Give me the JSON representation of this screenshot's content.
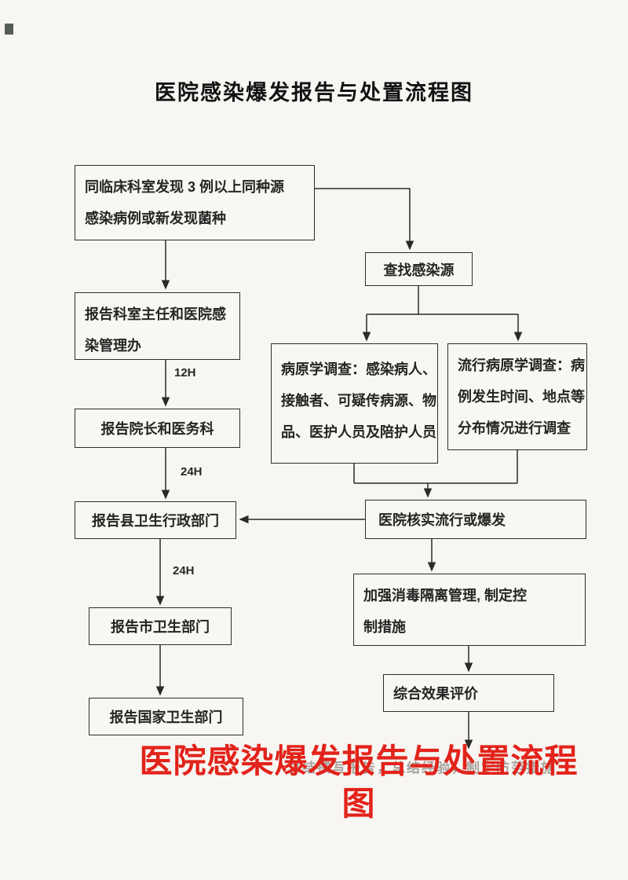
{
  "page": {
    "title": "医院感染爆发报告与处置流程图",
    "background_color": "#f7f6f3",
    "box_border_color": "#2e2d2b",
    "watermark": {
      "line1": "医院感染爆发报告与处置流程",
      "line2": "图",
      "color": "#e2231a"
    },
    "faint_note": "总结撰写报告，总结经验，制定防范措施"
  },
  "labels": {
    "delay_12h": "12H",
    "delay_24h_first": "24H",
    "delay_24h_second": "24H"
  },
  "nodes": {
    "discover": {
      "lines": [
        "同临床科室发现 3 例以上同种源",
        "感染病例或新发现菌种"
      ]
    },
    "find_source": {
      "text": "查找感染源"
    },
    "report_dept": {
      "lines": [
        "报告科室主任和医院感",
        "染管理办"
      ]
    },
    "pathogen_investigation": {
      "lines": [
        "病原学调查：感染病人、",
        "接触者、可疑传病源、物",
        "品、医护人员及陪护人员"
      ]
    },
    "epidemiology_investigation": {
      "lines": [
        "流行病原学调查：病",
        "例发生时间、地点等",
        "分布情况进行调查"
      ]
    },
    "report_president": {
      "text": "报告院长和医务科"
    },
    "report_county": {
      "text": "报告县卫生行政部门"
    },
    "verify_outbreak": {
      "text": "医院核实流行或爆发"
    },
    "control_measures": {
      "lines": [
        "加强消毒隔离管理, 制定控",
        "制措施"
      ]
    },
    "report_city": {
      "text": "报告市卫生部门"
    },
    "evaluate": {
      "text": "综合效果评价"
    },
    "report_national": {
      "text": "报告国家卫生部门"
    }
  }
}
